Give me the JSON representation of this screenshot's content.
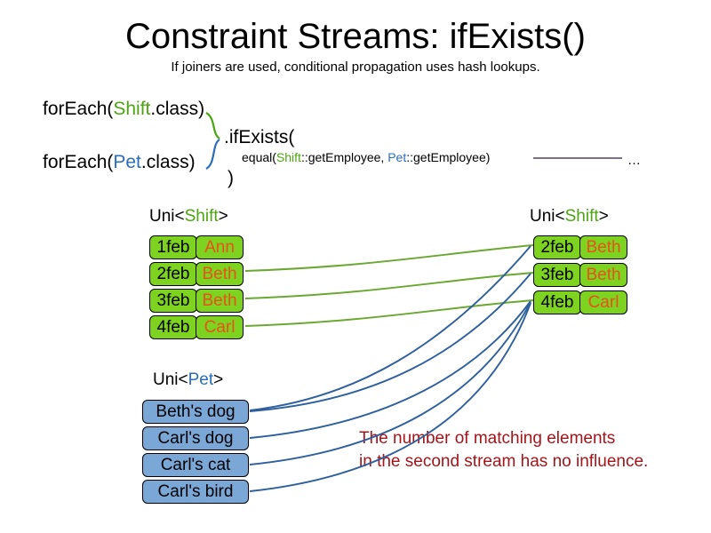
{
  "slide": {
    "title": "Constraint Streams: ifExists()",
    "subtitle": "If joiners are used, conditional propagation uses hash lookups."
  },
  "code": {
    "forEach_shift": {
      "prefix": "forEach(",
      "type": "Shift",
      "suffix": ".class)"
    },
    "forEach_pet": {
      "prefix": "forEach(",
      "type": "Pet",
      "suffix": ".class)"
    },
    "ifExists": ".ifExists(",
    "equal": {
      "prefix": "equal(",
      "type_a": "Shift",
      "mid": "::getEmployee, ",
      "type_b": "Pet",
      "suffix": "::getEmployee)"
    },
    "ellipsis": "…",
    "close_paren": ")"
  },
  "streams": {
    "left_shift": {
      "label_prefix": "Uni<",
      "label_type": "Shift",
      "label_suffix": ">",
      "rows": [
        {
          "date": "1feb",
          "name": "Ann"
        },
        {
          "date": "2feb",
          "name": "Beth"
        },
        {
          "date": "3feb",
          "name": "Beth"
        },
        {
          "date": "4feb",
          "name": "Carl"
        }
      ]
    },
    "right_shift": {
      "label_prefix": "Uni<",
      "label_type": "Shift",
      "label_suffix": ">",
      "rows": [
        {
          "date": "2feb",
          "name": "Beth"
        },
        {
          "date": "3feb",
          "name": "Beth"
        },
        {
          "date": "4feb",
          "name": "Carl"
        }
      ]
    },
    "pet": {
      "label_prefix": "Uni<",
      "label_type": "Pet",
      "label_suffix": ">",
      "rows": [
        {
          "name": "Beth's dog"
        },
        {
          "name": "Carl's dog"
        },
        {
          "name": "Carl's cat"
        },
        {
          "name": "Carl's bird"
        }
      ]
    }
  },
  "annotation": {
    "line1": "The number of matching elements",
    "line2": "in the second stream has no influence."
  },
  "colors": {
    "shift_green": "#4ba510",
    "pet_blue": "#2a6ebb",
    "box_green": "#7ed321",
    "box_blue": "#7ba7d7",
    "name_orange": "#e8521a",
    "annotation_red": "#a41419",
    "connector_green": "#6aa832",
    "connector_blue": "#2e5f9e",
    "rule_purple": "#6b5b7b"
  }
}
